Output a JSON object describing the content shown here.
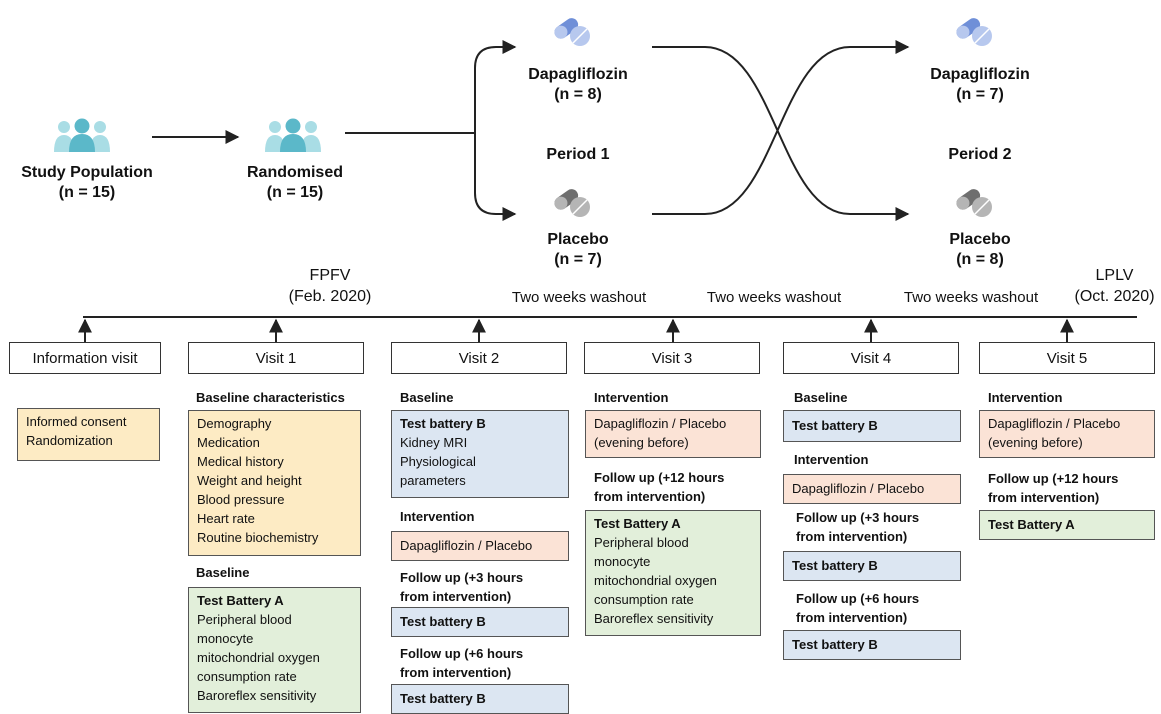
{
  "top": {
    "study_population": {
      "label": "Study Population",
      "n": "(n = 15)"
    },
    "randomised": {
      "label": "Randomised",
      "n": "(n = 15)"
    },
    "period1": {
      "label": "Period 1",
      "arm_a": {
        "label": "Dapagliflozin",
        "n": "(n = 8)"
      },
      "arm_b": {
        "label": "Placebo",
        "n": "(n = 7)"
      }
    },
    "period2": {
      "label": "Period 2",
      "arm_a": {
        "label": "Dapagliflozin",
        "n": "(n = 7)"
      },
      "arm_b": {
        "label": "Placebo",
        "n": "(n = 8)"
      }
    }
  },
  "timeline": {
    "fpfv": {
      "label": "FPFV",
      "date": "(Feb. 2020)"
    },
    "lplv": {
      "label": "LPLV",
      "date": "(Oct. 2020)"
    },
    "washouts": [
      "Two weeks washout",
      "Two weeks washout",
      "Two weeks washout"
    ]
  },
  "visits": [
    {
      "title": "Information visit"
    },
    {
      "title": "Visit 1"
    },
    {
      "title": "Visit 2"
    },
    {
      "title": "Visit 3"
    },
    {
      "title": "Visit 4"
    },
    {
      "title": "Visit 5"
    }
  ],
  "details": {
    "v0": {
      "box1": [
        "Informed consent",
        "Randomization"
      ]
    },
    "v1": {
      "sec1": "Baseline characteristics",
      "box1": [
        "Demography",
        "Medication",
        "Medical history",
        "Weight and height",
        "Blood pressure",
        "Heart rate",
        "Routine biochemistry"
      ],
      "sec2": "Baseline",
      "box2_header": "Test Battery A",
      "box2": [
        "Peripheral blood",
        "monocyte",
        "mitochondrial oxygen",
        "consumption rate",
        "Baroreflex sensitivity"
      ]
    },
    "v2": {
      "sec1": "Baseline",
      "box1_header": "Test battery B",
      "box1": [
        "Kidney MRI",
        "Physiological",
        "parameters"
      ],
      "sec2": "Intervention",
      "box2": "Dapagliflozin / Placebo",
      "sec3": [
        "Follow up (+3 hours",
        "from intervention)"
      ],
      "box3": "Test battery B",
      "sec4": [
        "Follow up (+6 hours",
        "from intervention)"
      ],
      "box4": "Test battery B"
    },
    "v3": {
      "sec1": "Intervention",
      "box1": [
        "Dapagliflozin / Placebo",
        "(evening before)"
      ],
      "sec2": [
        "Follow up (+12 hours",
        "from intervention)"
      ],
      "box2_header": "Test Battery A",
      "box2": [
        "Peripheral blood",
        "monocyte",
        "mitochondrial oxygen",
        "consumption rate",
        "Baroreflex sensitivity"
      ]
    },
    "v4": {
      "sec1": "Baseline",
      "box1": "Test battery B",
      "sec2": "Intervention",
      "box2": "Dapagliflozin / Placebo",
      "sec3": [
        "Follow up (+3 hours",
        "from intervention)"
      ],
      "box3": "Test battery B",
      "sec4": [
        "Follow up (+6 hours",
        "from intervention)"
      ],
      "box4": "Test battery B"
    },
    "v5": {
      "sec1": "Intervention",
      "box1": [
        "Dapagliflozin / Placebo",
        "(evening before)"
      ],
      "sec2": [
        "Follow up (+12 hours",
        "from intervention)"
      ],
      "box2": "Test Battery A"
    }
  },
  "colors": {
    "people": "#5bb8c9",
    "pill_blue": "#6f8fd8",
    "pill_gray": "#7c7c7c",
    "yellow": "#fdebc4",
    "green": "#e2efda",
    "blue": "#dce6f2",
    "peach": "#fbe3d6"
  }
}
